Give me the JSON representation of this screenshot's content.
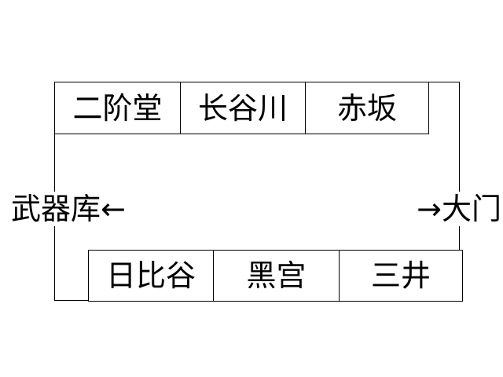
{
  "rooms_top": [
    "二阶堂",
    "长谷川",
    "赤坂"
  ],
  "rooms_bottom": [
    "日比谷",
    "黑宫",
    "三井"
  ],
  "left_exit": "武器库←",
  "right_exit": "→大门"
}
